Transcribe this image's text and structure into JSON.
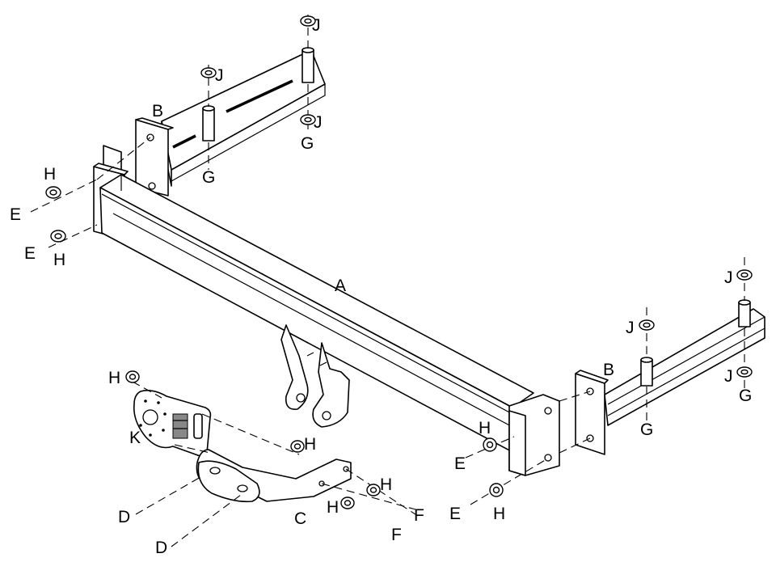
{
  "diagram": {
    "labels": {
      "A": "A",
      "B": "B",
      "C": "C",
      "D": "D",
      "E": "E",
      "F": "F",
      "G": "G",
      "H": "H",
      "J": "J",
      "K": "K"
    }
  }
}
